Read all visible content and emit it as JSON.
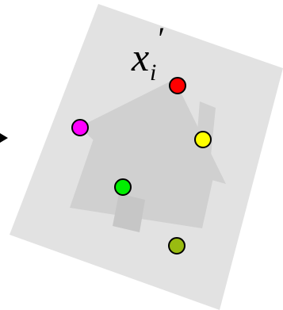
{
  "figure": {
    "label": {
      "base": "x",
      "prime": "′",
      "subscript": "i"
    },
    "colors": {
      "sheet": "#e2e2e2",
      "house": "#d0d0d0",
      "outline": "#000000",
      "arrow": "#000000"
    },
    "points": [
      {
        "name": "red-point",
        "color": "#ff0000"
      },
      {
        "name": "magenta-point",
        "color": "#ff00ff"
      },
      {
        "name": "yellow-point",
        "color": "#ffff00"
      },
      {
        "name": "green-point",
        "color": "#00ee00"
      },
      {
        "name": "olive-point",
        "color": "#99bb11"
      }
    ]
  }
}
